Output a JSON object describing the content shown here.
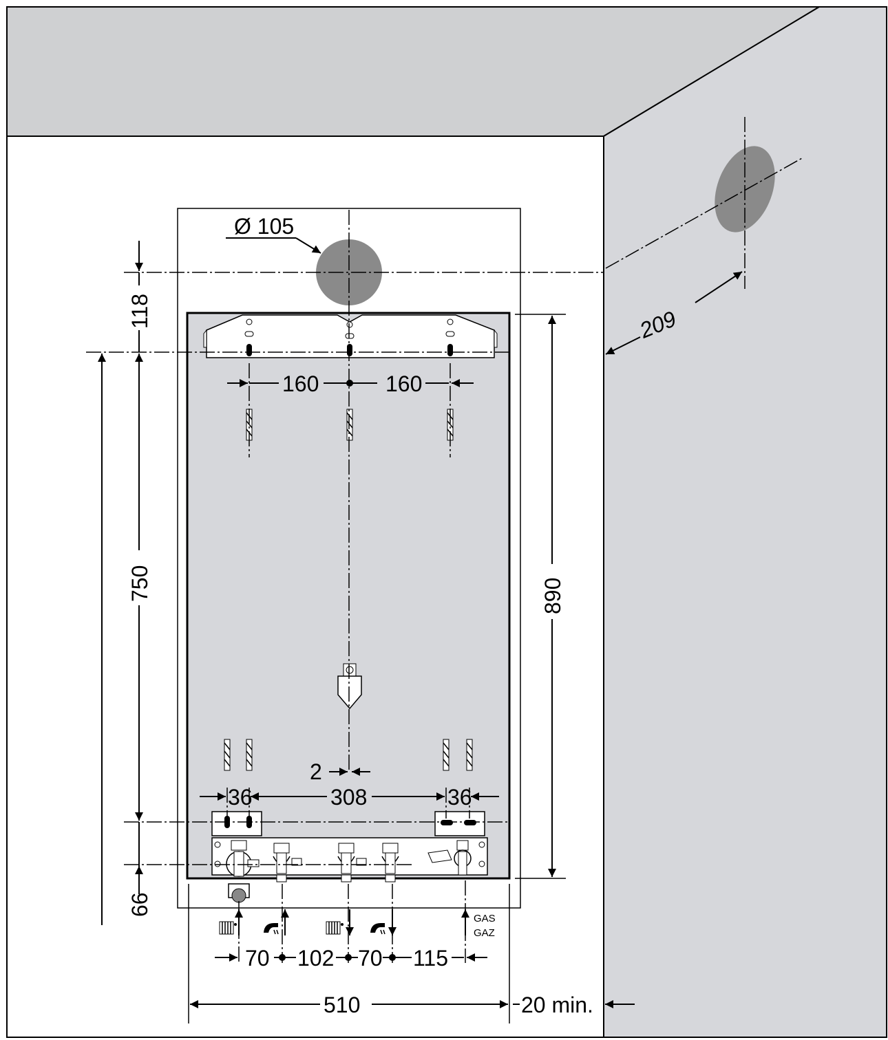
{
  "colors": {
    "wall": "#d6d7db",
    "ceiling": "#cfd0d2",
    "hole": "#8a8a8a",
    "outline": "#000000",
    "paper": "#ffffff"
  },
  "dimensions": {
    "flue_diameter": "Ø 105",
    "flue_offset_top": "118",
    "side_wall_offset": "209",
    "hole_spacing_left": "160",
    "hole_spacing_right": "160",
    "height_750": "750",
    "height_890": "890",
    "bottom_66": "66",
    "offset_2": "2",
    "rail_36_left": "36",
    "rail_308": "308",
    "rail_36_right": "36",
    "pipe_70_a": "70",
    "pipe_102": "102",
    "pipe_70_b": "70",
    "pipe_115": "115",
    "width_510": "510",
    "clearance_20": "20 min."
  },
  "labels": {
    "gas": "GAS",
    "gaz": "GAZ"
  },
  "icons": [
    "heating-return-icon",
    "cold-water-inlet-icon",
    "heating-flow-icon",
    "hot-water-outlet-icon"
  ]
}
